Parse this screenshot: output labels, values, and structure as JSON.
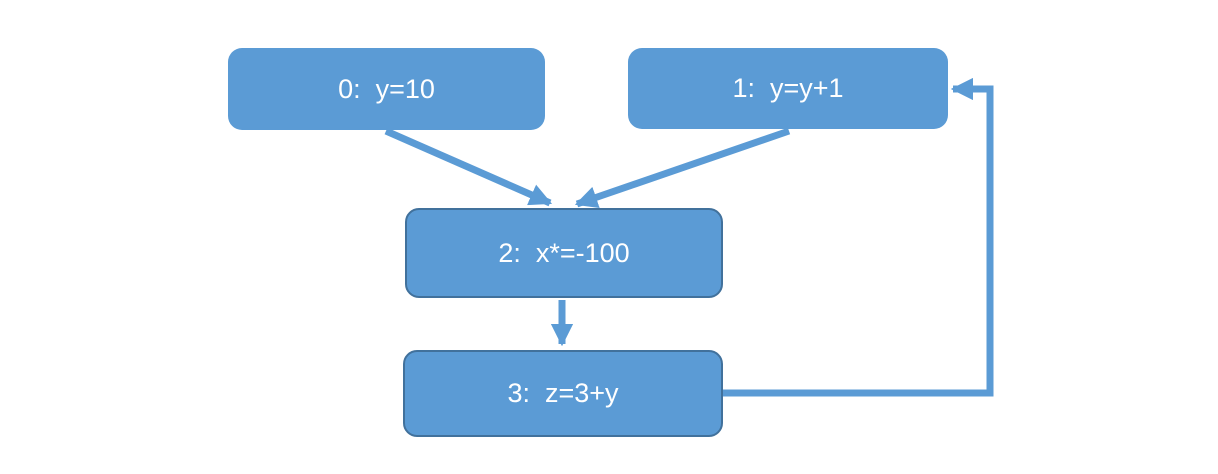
{
  "diagram": {
    "type": "flowchart",
    "nodes": [
      {
        "id": "0",
        "label": "0:  y=10"
      },
      {
        "id": "1",
        "label": "1:  y=y+1"
      },
      {
        "id": "2",
        "label": "2:  x*=-100"
      },
      {
        "id": "3",
        "label": "3:  z=3+y"
      }
    ],
    "edges": [
      {
        "from": "0",
        "to": "2",
        "style": "straight-arrow"
      },
      {
        "from": "1",
        "to": "2",
        "style": "straight-arrow"
      },
      {
        "from": "2",
        "to": "3",
        "style": "straight-arrow"
      },
      {
        "from": "3",
        "to": "1",
        "style": "elbow-loop-arrow"
      }
    ],
    "colors": {
      "node_fill": "#5b9bd5",
      "node_border": "#41719c",
      "arrow": "#5b9bd5",
      "text": "#ffffff",
      "background": "#ffffff"
    }
  }
}
